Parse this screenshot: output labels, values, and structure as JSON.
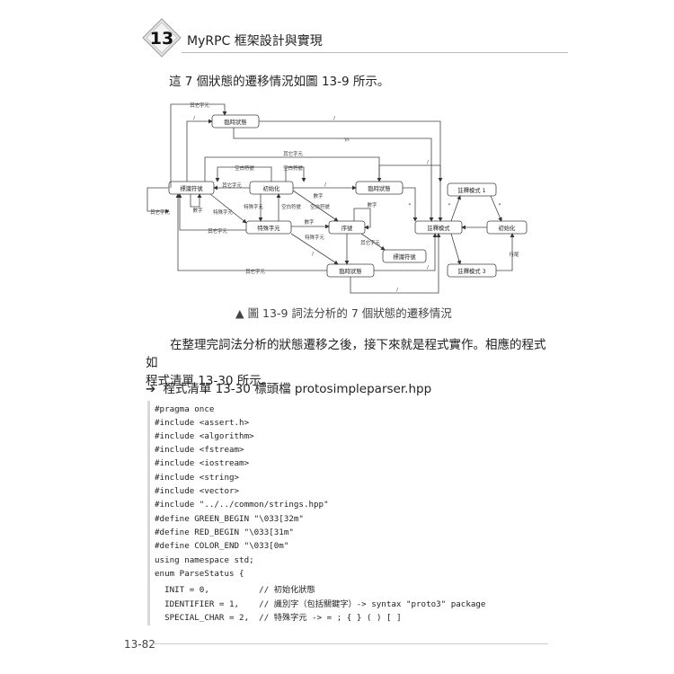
{
  "header": {
    "chapter_number": "13",
    "chapter_title": "MyRPC 框架設計與實現"
  },
  "intro": "這 7 個狀態的遷移情況如圖 13-9 所示。",
  "diagram": {
    "states": {
      "temp_top": "臨時狀態",
      "identifier": "標識符號",
      "init": "初始化",
      "temp_mid": "臨時狀態",
      "special": "特殊字元",
      "number": "序號",
      "identifier2": "標識符號",
      "temp_bottom": "臨時狀態",
      "comment_mode": "註釋模式",
      "comment_mode1": "註釋模式 1",
      "comment_init": "初始化",
      "comment_mode3": "註釋模式 3"
    },
    "edges": {
      "other_top": "其它字元",
      "slash1": "/",
      "slash2": "/",
      "other_mid": "其它字元",
      "space1": "空白符號",
      "space2": "空白符號",
      "other_left": "其它字元",
      "other_ident": "其它字元",
      "digit_left": "數字",
      "special_a": "特殊字元",
      "special_b": "特殊字元",
      "special_c": "特殊字元",
      "space3": "空白符號",
      "space4": "空白符號",
      "digit_mid": "數字",
      "digit_num": "數字",
      "digit_loop": "數字",
      "slash_mid": "/",
      "slash_mid2": "/",
      "other_spec": "其它字元",
      "other_num": "其它字元",
      "other_bottom": "其它字元",
      "slash_bottom": "/",
      "star_a": "*",
      "star_b": "*",
      "star_c": "*",
      "nl": "\\n",
      "newline": "行尾",
      "slash_c": "/",
      "slash_d": "/"
    }
  },
  "caption": "▲ 圖 13-9 詞法分析的 7 個狀態的遷移情況",
  "paragraph": {
    "line1": "在整理完詞法分析的狀態遷移之後，接下來就是程式實作。相應的程式如",
    "line2": "程式清單 13-30 所示。"
  },
  "listing_title": "程式清單 13-30 標頭檔 protosimpleparser.hpp",
  "listing_arrow": "➔",
  "code": [
    "#pragma once",
    "#include <assert.h>",
    "#include <algorithm>",
    "#include <fstream>",
    "#include <iostream>",
    "#include <string>",
    "#include <vector>",
    "#include \"../../common/strings.hpp\"",
    "#define GREEN_BEGIN \"\\033[32m\"",
    "#define RED_BEGIN \"\\033[31m\"",
    "#define COLOR_END \"\\033[0m\"",
    "using namespace std;",
    "enum ParseStatus {",
    "  INIT = 0,          // 初始化狀態",
    "  IDENTIFIER = 1,    // 識別字（包括關鍵字）-> syntax \"proto3\" package",
    "  SPECIAL_CHAR = 2,  // 特殊字元 -> = ; { } ( ) [ ]"
  ],
  "page_number": "13-82"
}
